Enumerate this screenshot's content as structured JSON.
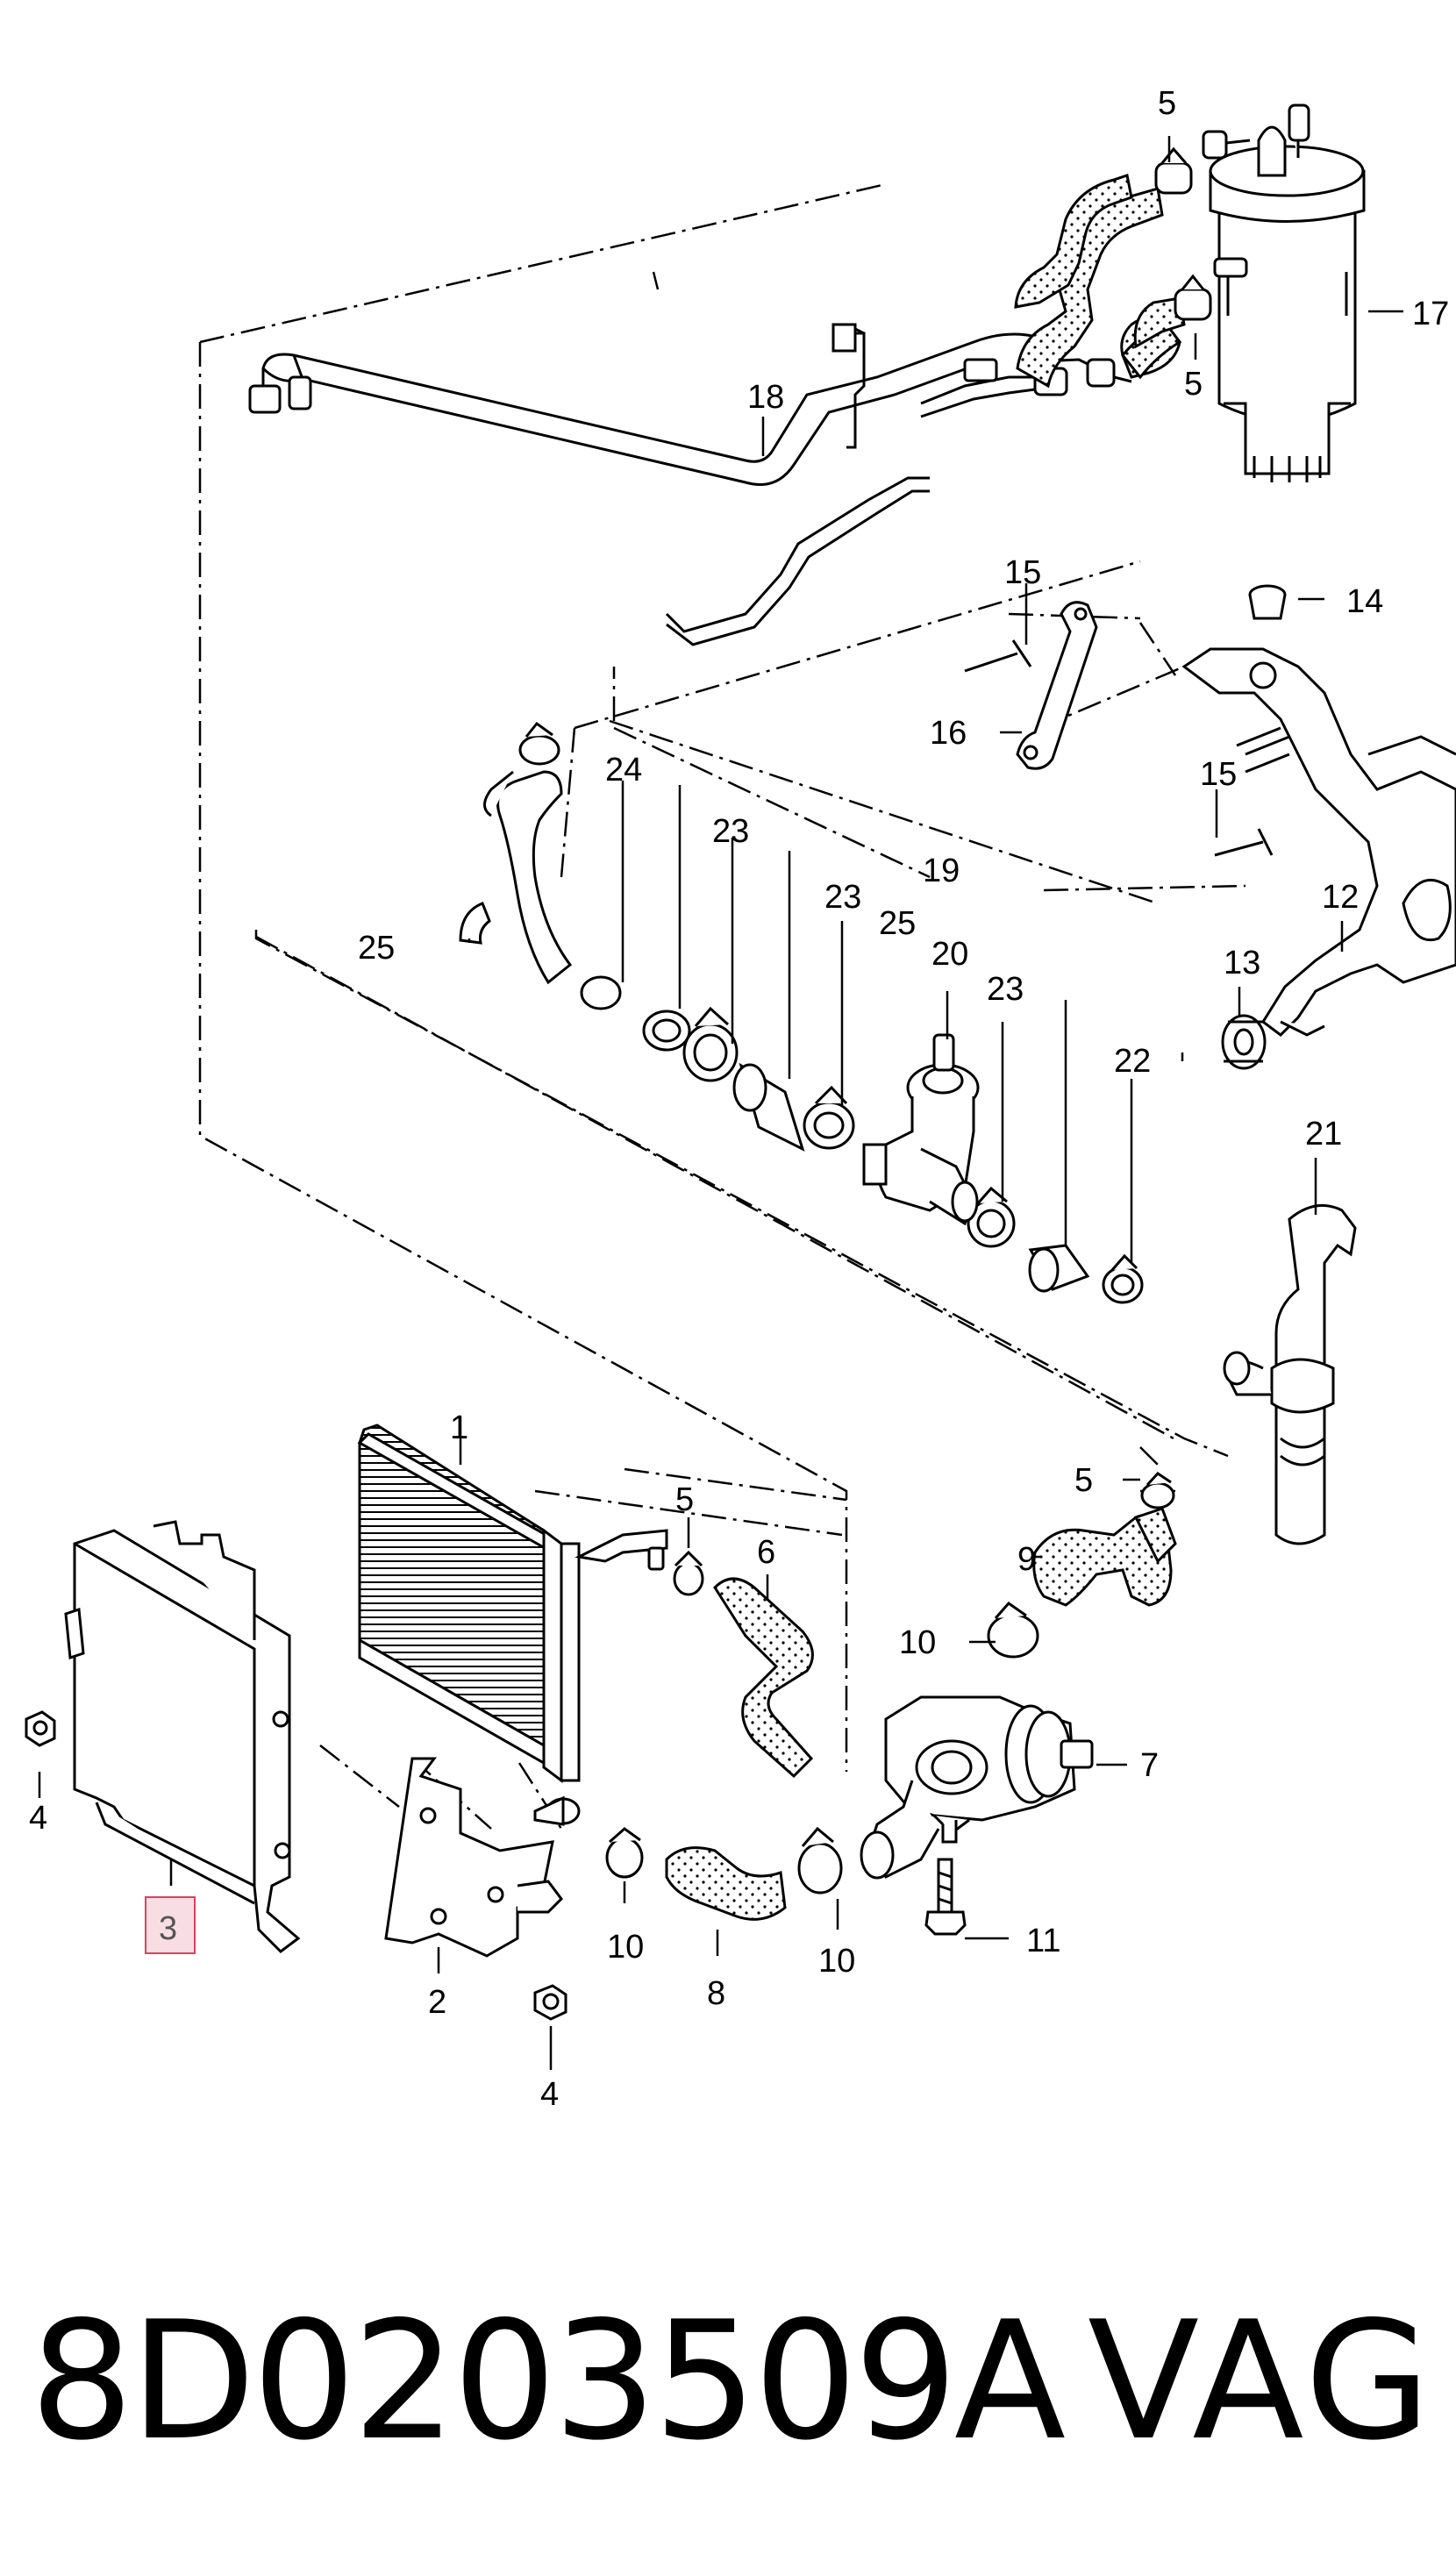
{
  "caption": {
    "part_number": "8D0203509A",
    "brand": "VAG"
  },
  "highlighted_part": "3",
  "colors": {
    "line": "#000000",
    "highlight_fill": "#f9dde4",
    "highlight_stroke": "#d9435f"
  },
  "callouts": [
    {
      "id": "c1",
      "label": "1"
    },
    {
      "id": "c2",
      "label": "2"
    },
    {
      "id": "c3",
      "label": "3"
    },
    {
      "id": "c4a",
      "label": "4"
    },
    {
      "id": "c4b",
      "label": "4"
    },
    {
      "id": "c5a",
      "label": "5"
    },
    {
      "id": "c5b",
      "label": "5"
    },
    {
      "id": "c5c",
      "label": "5"
    },
    {
      "id": "c5d",
      "label": "5"
    },
    {
      "id": "c6",
      "label": "6"
    },
    {
      "id": "c7",
      "label": "7"
    },
    {
      "id": "c8",
      "label": "8"
    },
    {
      "id": "c9",
      "label": "9"
    },
    {
      "id": "c10a",
      "label": "10"
    },
    {
      "id": "c10b",
      "label": "10"
    },
    {
      "id": "c10c",
      "label": "10"
    },
    {
      "id": "c11",
      "label": "11"
    },
    {
      "id": "c12",
      "label": "12"
    },
    {
      "id": "c13",
      "label": "13"
    },
    {
      "id": "c14",
      "label": "14"
    },
    {
      "id": "c15a",
      "label": "15"
    },
    {
      "id": "c15b",
      "label": "15"
    },
    {
      "id": "c16",
      "label": "16"
    },
    {
      "id": "c17",
      "label": "17"
    },
    {
      "id": "c18",
      "label": "18"
    },
    {
      "id": "c19",
      "label": "19"
    },
    {
      "id": "c20",
      "label": "20"
    },
    {
      "id": "c21",
      "label": "21"
    },
    {
      "id": "c22",
      "label": "22"
    },
    {
      "id": "c23a",
      "label": "23"
    },
    {
      "id": "c23b",
      "label": "23"
    },
    {
      "id": "c23c",
      "label": "23"
    },
    {
      "id": "c24",
      "label": "24"
    },
    {
      "id": "c25a",
      "label": "25"
    },
    {
      "id": "c25b",
      "label": "25"
    }
  ]
}
